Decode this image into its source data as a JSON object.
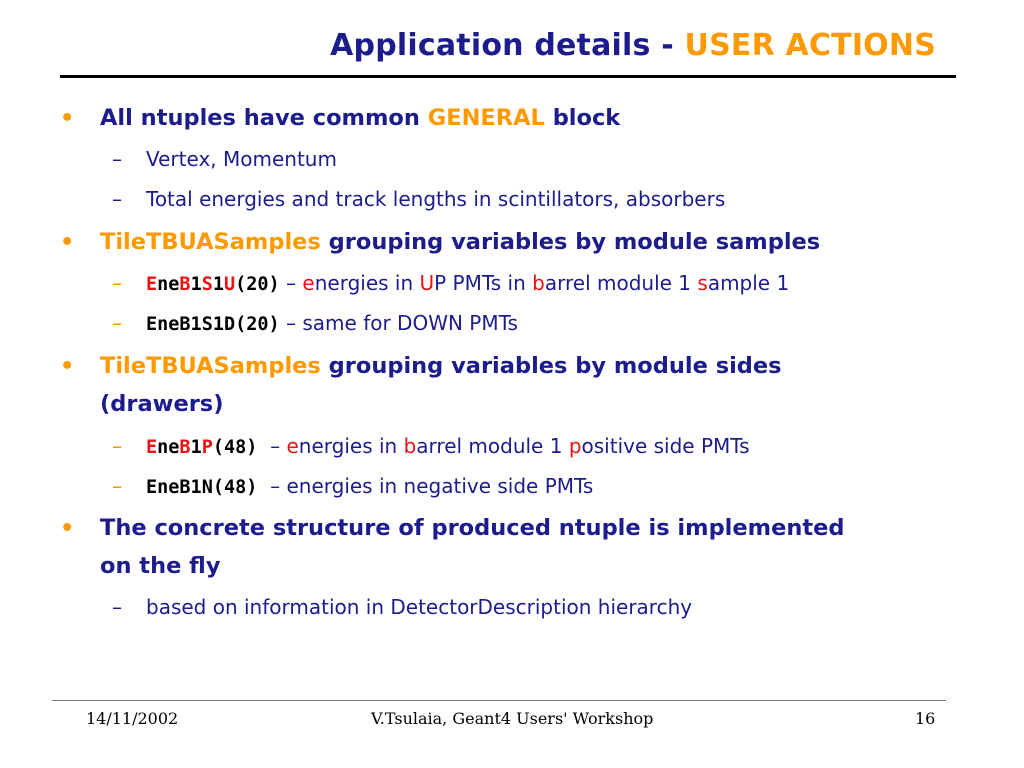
{
  "slide": {
    "title_main": "Application details - ",
    "title_accent": "USER ACTIONS"
  },
  "bullets": [
    {
      "marker": "•",
      "line1_a": "All ntuples have common ",
      "line1_b": "GENERAL",
      "line1_c": " block",
      "subs": [
        {
          "dash": "–",
          "text": "Vertex, Momentum"
        },
        {
          "dash": "–",
          "text": "Total energies and track lengths in scintillators, absorbers"
        }
      ]
    },
    {
      "marker": "•",
      "line1_a": "TileTBUASamples",
      "line1_b": " grouping variables by module samples",
      "subs": [
        {
          "dash": "–",
          "code": [
            "E",
            "ne",
            "B",
            "1",
            "S",
            "1",
            "U",
            "(20)"
          ],
          "sep": " – ",
          "desc": [
            "e",
            "nergies in ",
            "U",
            "P PMTs in ",
            "b",
            "arrel module 1 ",
            "s",
            "ample 1"
          ]
        },
        {
          "dash": "–",
          "code_plain": "EneB1S1D(20)",
          "sep": " – ",
          "desc_plain": "same for DOWN PMTs"
        }
      ]
    },
    {
      "marker": "•",
      "line1_a": "TileTBUASamples",
      "line1_b": " grouping variables by module sides",
      "line2": "(drawers)",
      "subs": [
        {
          "dash": "–",
          "code": [
            "E",
            "ne",
            "B",
            "1",
            "P",
            "(48)"
          ],
          "sep": "  – ",
          "desc": [
            "e",
            "nergies in ",
            "b",
            "arrel module 1 ",
            "p",
            "ositive side PMTs"
          ]
        },
        {
          "dash": "–",
          "code_plain": "EneB1N(48)",
          "sep": "  – ",
          "desc_plain": "energies in negative side PMTs"
        }
      ]
    },
    {
      "marker": "•",
      "line1": "The concrete structure of produced ntuple is implemented",
      "line2": "on the fly",
      "subs": [
        {
          "dash": "–",
          "text": "based on information in DetectorDescription hierarchy"
        }
      ]
    }
  ],
  "footer": {
    "date": "14/11/2002",
    "author": "V.Tsulaia, Geant4 Users' Workshop",
    "page": "16"
  },
  "colors": {
    "navy": "#1c1c8c",
    "orange": "#ff9900",
    "red": "#ee1111"
  }
}
